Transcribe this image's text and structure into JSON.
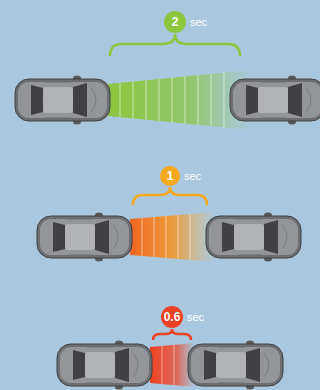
{
  "diagram": {
    "nodes": [
      {
        "text": [
          "2",
          "sec"
        ]
      },
      {
        "text": [
          "1",
          "sec"
        ]
      },
      {
        "text": [
          "0.6",
          "sec"
        ]
      }
    ]
  }
}
